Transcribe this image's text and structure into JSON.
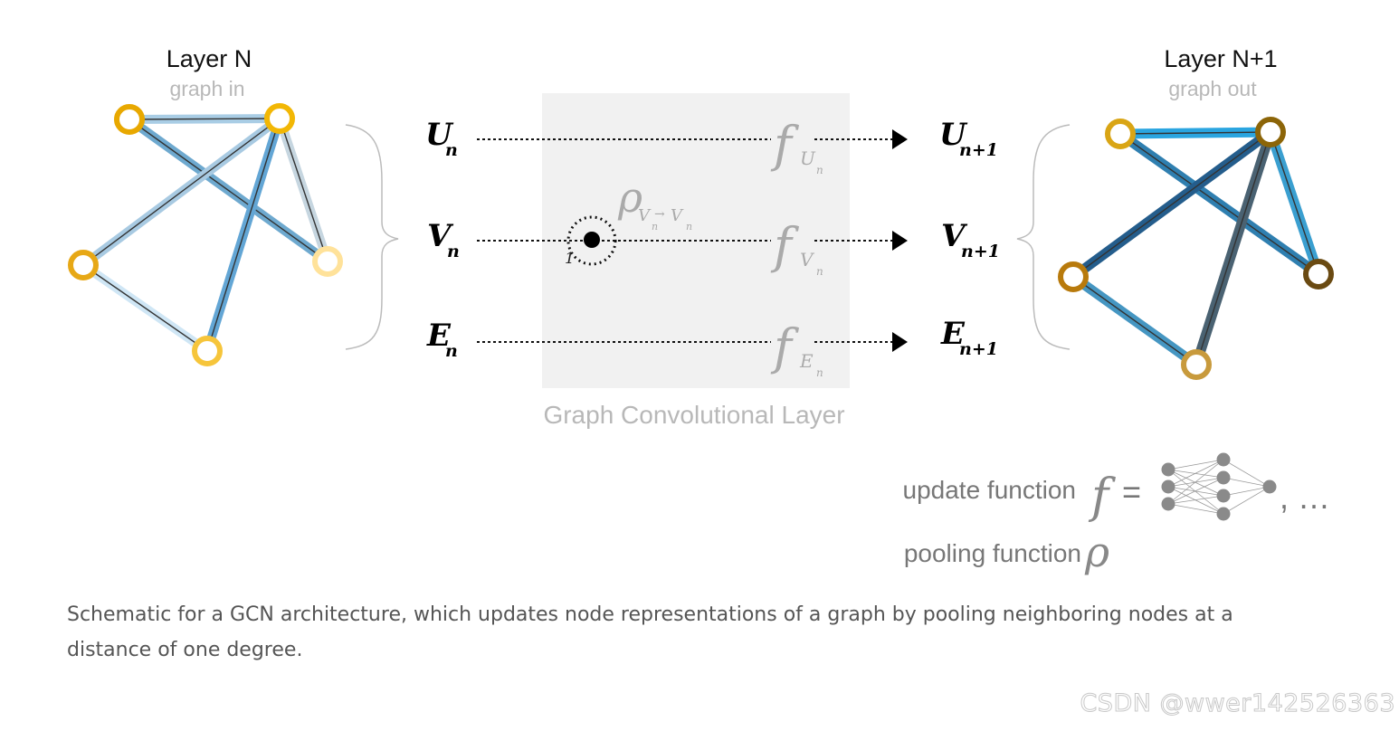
{
  "left_graph": {
    "title": "Layer N",
    "subtitle": "graph in",
    "node_colors": [
      "#e8a800",
      "#f2b705",
      "#e7a816",
      "#f6c53b",
      "#ffe29a"
    ]
  },
  "right_graph": {
    "title": "Layer N+1",
    "subtitle": "graph out",
    "node_colors": [
      "#d9a515",
      "#8c6508",
      "#b87a0c",
      "#c89a3c",
      "#6a4a12"
    ]
  },
  "rows": [
    {
      "label": "U",
      "sub": "n",
      "out_label": "U",
      "out_sub": "n+1",
      "func": "f",
      "func_sub": "U",
      "func_subsub": "n"
    },
    {
      "label": "V",
      "sub": "n",
      "out_label": "V",
      "out_sub": "n+1",
      "func": "f",
      "func_sub": "V",
      "func_subsub": "n"
    },
    {
      "label": "E",
      "sub": "n",
      "out_label": "E",
      "out_sub": "n+1",
      "func": "f",
      "func_sub": "E",
      "func_subsub": "n"
    }
  ],
  "pooling_symbol": {
    "rho": "ρ",
    "sub_from": "V",
    "sub_from_n": "n",
    "arrow": "→",
    "sub_to": "V",
    "sub_to_n": "n",
    "radius_label": "1"
  },
  "layer_label": "Graph Convolutional Layer",
  "legend": {
    "update_label": "update function",
    "update_symbol": "f",
    "equals": "=",
    "ellipsis": ", …",
    "pooling_label": "pooling function",
    "pooling_symbol": "ρ"
  },
  "caption": "Schematic for a GCN architecture, which updates node representations of a graph by pooling neighboring nodes at a distance of one degree.",
  "watermark": "CSDN @wwer142526363"
}
